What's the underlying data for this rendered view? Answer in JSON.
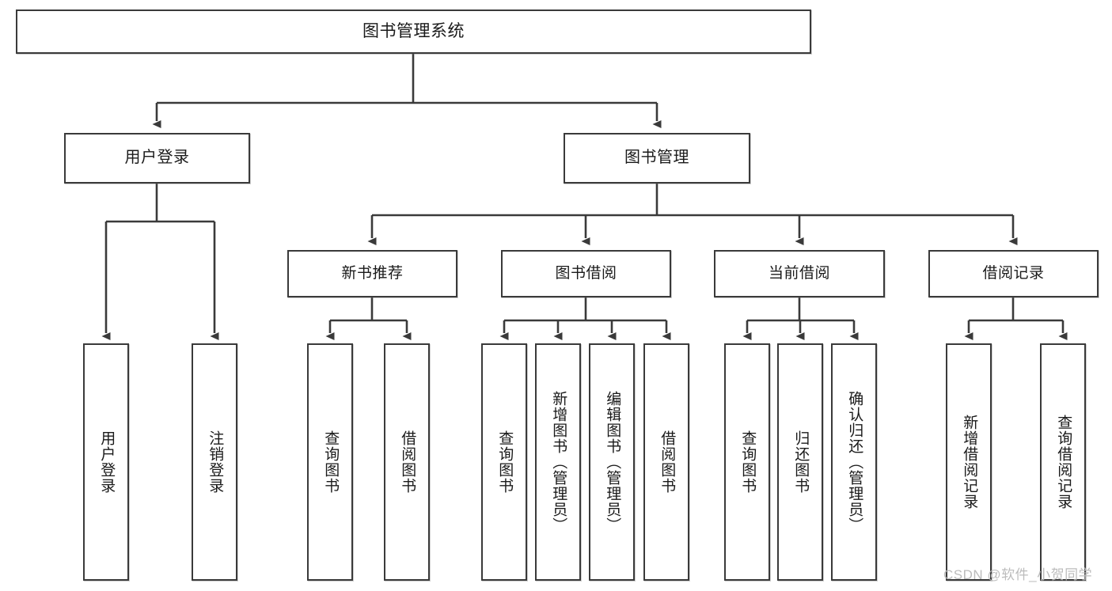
{
  "diagram": {
    "title": "图书管理系统",
    "type": "tree-hierarchy",
    "watermark": "CSDN @软件_小贺同学",
    "colors": {
      "box_border": "#3a3a3a",
      "box_fill": "#ffffff",
      "edge": "#3a3a3a",
      "text": "#1a1a1a",
      "watermark": "#b9b9b9"
    },
    "nodes": {
      "root": {
        "label": "图书管理系统"
      },
      "level2": [
        {
          "id": "user-login",
          "label": "用户登录"
        },
        {
          "id": "book-manage",
          "label": "图书管理"
        }
      ],
      "level3": [
        {
          "id": "new-book-recommend",
          "label": "新书推荐"
        },
        {
          "id": "book-borrow",
          "label": "图书借阅"
        },
        {
          "id": "current-borrow",
          "label": "当前借阅"
        },
        {
          "id": "borrow-record",
          "label": "借阅记录"
        }
      ],
      "leaves": {
        "user_login": [
          {
            "id": "leaf-user-login",
            "label": "用户登录"
          },
          {
            "id": "leaf-logout-login",
            "label": "注销登录"
          }
        ],
        "new_book_recommend": [
          {
            "id": "leaf-query-book-1",
            "label": "查询图书"
          },
          {
            "id": "leaf-borrow-book-1",
            "label": "借阅图书"
          }
        ],
        "book_borrow": [
          {
            "id": "leaf-query-book-2",
            "label": "查询图书"
          },
          {
            "id": "leaf-add-book",
            "label": "新增图书（管理员）"
          },
          {
            "id": "leaf-edit-book",
            "label": "编辑图书（管理员）"
          },
          {
            "id": "leaf-borrow-book-2",
            "label": "借阅图书"
          }
        ],
        "current_borrow": [
          {
            "id": "leaf-query-book-3",
            "label": "查询图书"
          },
          {
            "id": "leaf-return-book",
            "label": "归还图书"
          },
          {
            "id": "leaf-confirm-return",
            "label": "确认归还（管理员）"
          }
        ],
        "borrow_record": [
          {
            "id": "leaf-add-record",
            "label": "新增借阅记录"
          },
          {
            "id": "leaf-query-record",
            "label": "查询借阅记录"
          }
        ]
      }
    }
  }
}
